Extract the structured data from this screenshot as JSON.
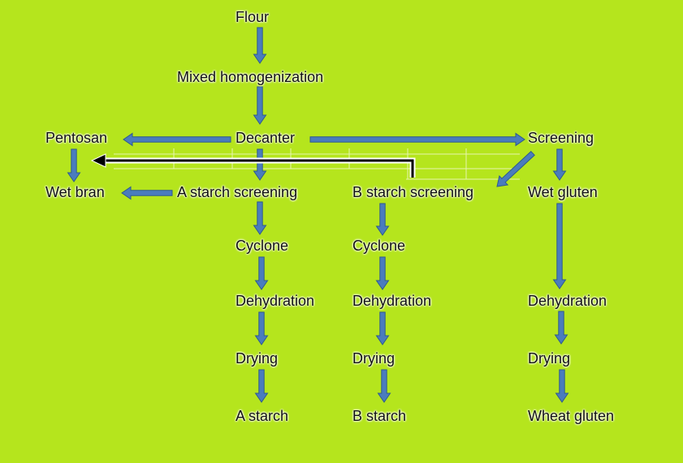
{
  "colors": {
    "background": "#b5e51d",
    "arrow_fill": "#4a7cbd",
    "arrow_stroke": "#2e5a8f",
    "return_line": "#000000"
  },
  "nodes": {
    "flour": "Flour",
    "mixed": "Mixed homogenization",
    "decanter": "Decanter",
    "pentosan": "Pentosan",
    "screening": "Screening",
    "wet_bran": "Wet bran",
    "a_screen": "A starch screening",
    "b_screen": "B starch screening",
    "wet_gluten": "Wet gluten",
    "a_cyclone": "Cyclone",
    "b_cyclone": "Cyclone",
    "a_dehyd": "Dehydration",
    "b_dehyd": "Dehydration",
    "g_dehyd": "Dehydration",
    "a_drying": "Drying",
    "b_drying": "Drying",
    "g_drying": "Drying",
    "a_starch": "A starch",
    "b_starch": "B starch",
    "wheat_gluten": "Wheat gluten"
  }
}
